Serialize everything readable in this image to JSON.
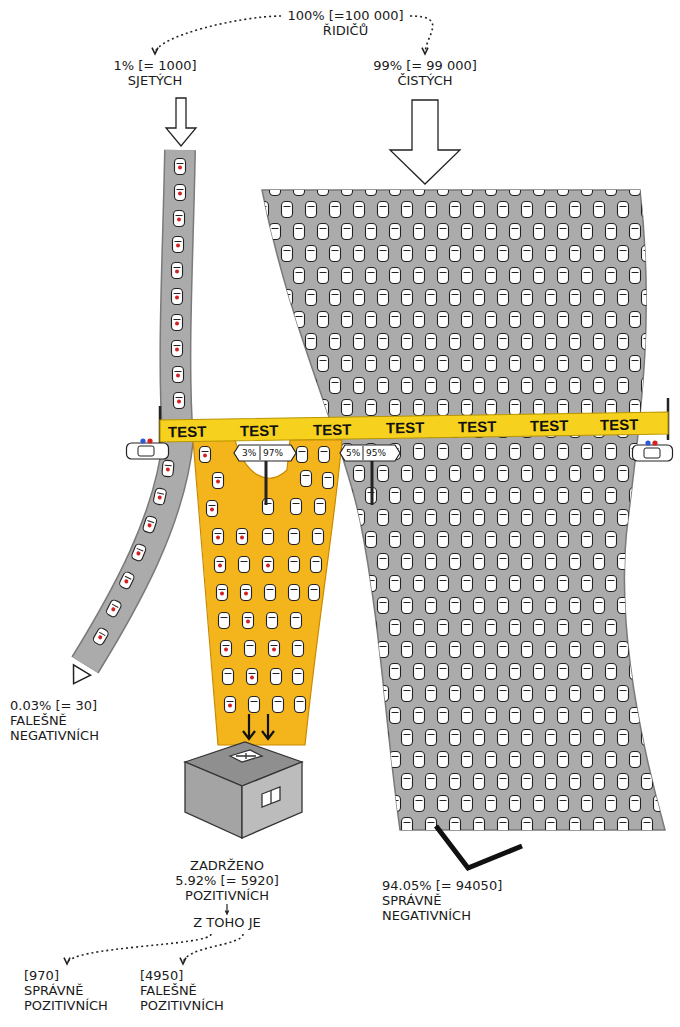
{
  "diagram": {
    "nodes": [
      {
        "text": [
          "100% [=100 000] ŘIDIČŮ"
        ]
      },
      {
        "text": [
          "1% [= 1000] SJETÝCH"
        ]
      },
      {
        "text": [
          "99% [= 99 000] ČISTÝCH"
        ]
      },
      {
        "text": [
          "ZADRŽENO 5.92% [= 5920] POZITIVNÍCH",
          "Z TOHO JE"
        ]
      },
      {
        "text": [
          "[970] SPRÁVNĚ POZITIVNÍCH"
        ]
      },
      {
        "text": [
          "[4950] FALEŠNĚ POZITIVNÍCH"
        ]
      }
    ],
    "edges": [
      {
        "from": 0,
        "to": 1,
        "arrow": "to"
      },
      {
        "from": 0,
        "to": 2,
        "arrow": "to"
      },
      {
        "from": 3,
        "to": 4,
        "arrow": "to"
      },
      {
        "from": 3,
        "to": 5,
        "arrow": "to"
      }
    ],
    "labels": [
      "TEST",
      "TEST",
      "TEST",
      "TEST",
      "TEST",
      "TEST",
      "TEST",
      "3%",
      "97%",
      "5%",
      "95%",
      "0.03% [= 30] FALEŠNĚ NEGATIVNÍCH",
      "94.05% [= 94050] SPRÁVNĚ NEGATIVNÍCH"
    ]
  }
}
